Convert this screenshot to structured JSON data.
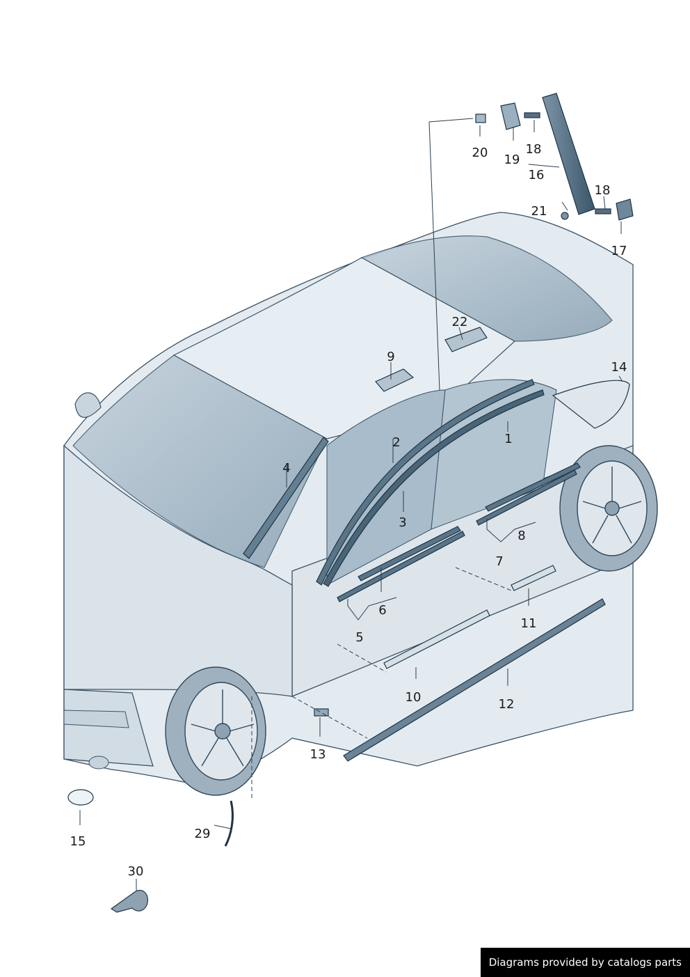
{
  "diagram": {
    "callouts": [
      {
        "id": "c1",
        "label": "1"
      },
      {
        "id": "c2",
        "label": "2"
      },
      {
        "id": "c3",
        "label": "3"
      },
      {
        "id": "c4",
        "label": "4"
      },
      {
        "id": "c5",
        "label": "5"
      },
      {
        "id": "c6",
        "label": "6"
      },
      {
        "id": "c7",
        "label": "7"
      },
      {
        "id": "c8",
        "label": "8"
      },
      {
        "id": "c9",
        "label": "9"
      },
      {
        "id": "c10",
        "label": "10"
      },
      {
        "id": "c11",
        "label": "11"
      },
      {
        "id": "c12",
        "label": "12"
      },
      {
        "id": "c13",
        "label": "13"
      },
      {
        "id": "c14",
        "label": "14"
      },
      {
        "id": "c15",
        "label": "15"
      },
      {
        "id": "c16",
        "label": "16"
      },
      {
        "id": "c17",
        "label": "17"
      },
      {
        "id": "c18a",
        "label": "18"
      },
      {
        "id": "c18b",
        "label": "18"
      },
      {
        "id": "c19",
        "label": "19"
      },
      {
        "id": "c20",
        "label": "20"
      },
      {
        "id": "c21",
        "label": "21"
      },
      {
        "id": "c22",
        "label": "22"
      },
      {
        "id": "c29",
        "label": "29"
      },
      {
        "id": "c30",
        "label": "30"
      }
    ]
  },
  "footer": {
    "text": "Diagrams provided by catalogs parts"
  },
  "colors": {
    "body": "#e6ecf0",
    "glass": "#9fb4c4",
    "trim": "#5e7688",
    "line": "#1e3446",
    "accent": "#2c4a60"
  }
}
